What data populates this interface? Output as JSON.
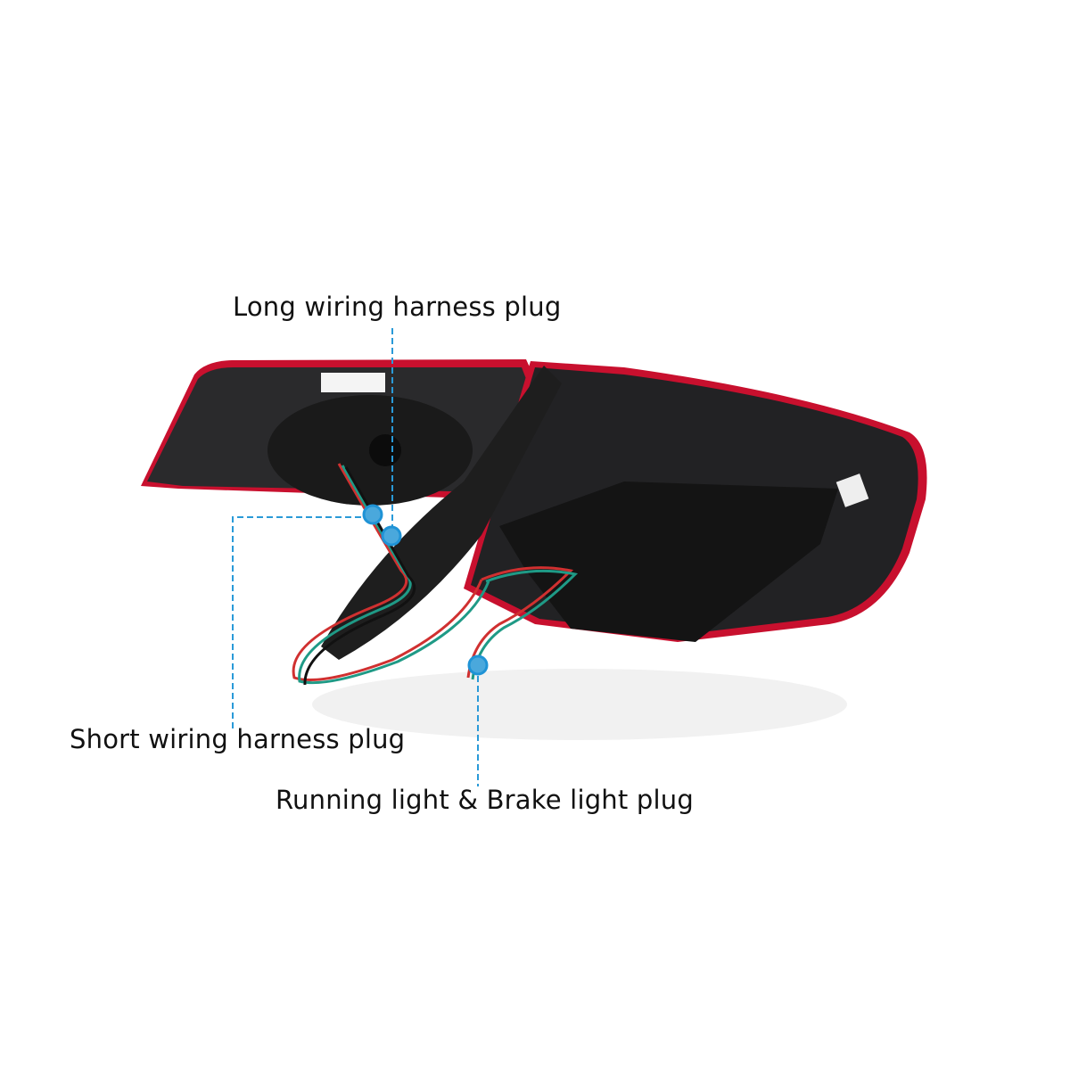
{
  "callouts": [
    {
      "label": "Long wiring harness plug"
    },
    {
      "label": "Short wiring harness plug"
    },
    {
      "label": "Running light & Brake light plug"
    }
  ],
  "colors": {
    "callout_line": "#2a9ad8",
    "marker_fill": "#4aa8dc",
    "lamp_housing": "#1c1c1e",
    "lamp_lens_edge": "#c8102e"
  },
  "icons": [
    "connector-marker-dot"
  ]
}
